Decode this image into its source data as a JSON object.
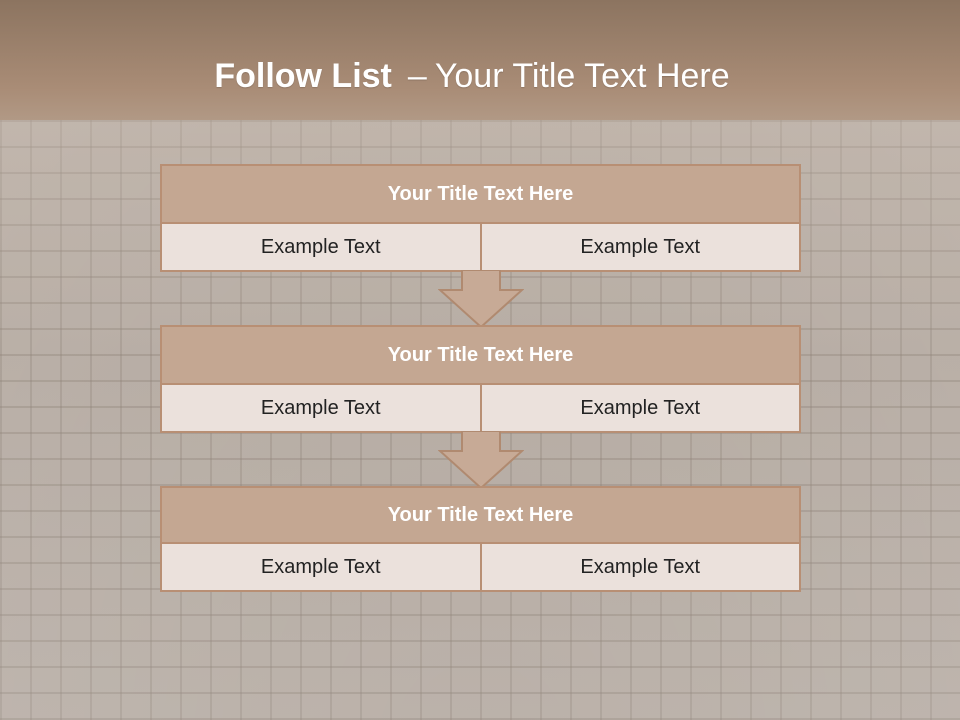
{
  "slide": {
    "title_bold": "Follow List",
    "title_separator": "–",
    "title_rest": "Your Title Text Here",
    "colors": {
      "header_band": "#a98c76",
      "block_border": "#b88f74",
      "block_header": "#c4a792",
      "cell_fill": "#ebe1dc"
    },
    "steps": [
      {
        "title": "Your Title Text Here",
        "left": "Example Text",
        "right": "Example Text"
      },
      {
        "title": "Your Title Text Here",
        "left": "Example Text",
        "right": "Example Text"
      },
      {
        "title": "Your Title Text Here",
        "left": "Example Text",
        "right": "Example Text"
      }
    ],
    "connector_icon": "down-arrow-icon"
  }
}
